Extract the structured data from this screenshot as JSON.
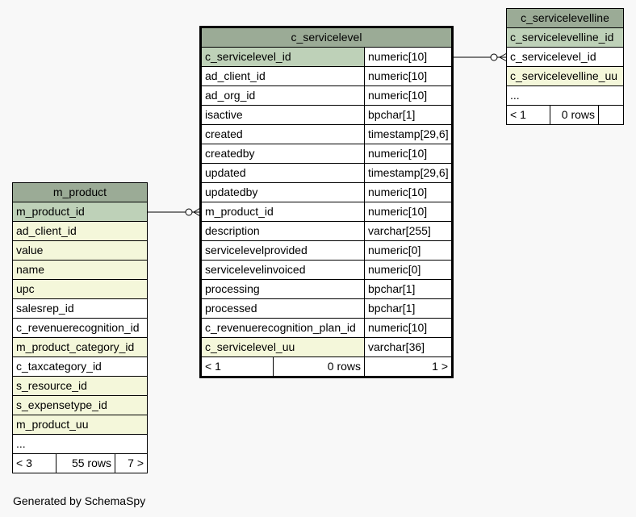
{
  "tables": {
    "m_product": {
      "title": "m_product",
      "rows": [
        {
          "name": "m_product_id",
          "kind": "pk"
        },
        {
          "name": "ad_client_id",
          "kind": "fk"
        },
        {
          "name": "value",
          "kind": "fk"
        },
        {
          "name": "name",
          "kind": "fk"
        },
        {
          "name": "upc",
          "kind": "fk"
        },
        {
          "name": "salesrep_id",
          "kind": "plain"
        },
        {
          "name": "c_revenuerecognition_id",
          "kind": "plain"
        },
        {
          "name": "m_product_category_id",
          "kind": "fk"
        },
        {
          "name": "c_taxcategory_id",
          "kind": "plain"
        },
        {
          "name": "s_resource_id",
          "kind": "fk"
        },
        {
          "name": "s_expensetype_id",
          "kind": "fk"
        },
        {
          "name": "m_product_uu",
          "kind": "fk"
        },
        {
          "name": "...",
          "kind": "plain"
        }
      ],
      "footer": {
        "parents": "< 3",
        "rows": "55 rows",
        "children": "7 >"
      }
    },
    "c_servicelevel": {
      "title": "c_servicelevel",
      "rows": [
        {
          "name": "c_servicelevel_id",
          "type": "numeric[10]",
          "kind": "pk"
        },
        {
          "name": "ad_client_id",
          "type": "numeric[10]",
          "kind": "plain"
        },
        {
          "name": "ad_org_id",
          "type": "numeric[10]",
          "kind": "plain"
        },
        {
          "name": "isactive",
          "type": "bpchar[1]",
          "kind": "plain"
        },
        {
          "name": "created",
          "type": "timestamp[29,6]",
          "kind": "plain"
        },
        {
          "name": "createdby",
          "type": "numeric[10]",
          "kind": "plain"
        },
        {
          "name": "updated",
          "type": "timestamp[29,6]",
          "kind": "plain"
        },
        {
          "name": "updatedby",
          "type": "numeric[10]",
          "kind": "plain"
        },
        {
          "name": "m_product_id",
          "type": "numeric[10]",
          "kind": "plain"
        },
        {
          "name": "description",
          "type": "varchar[255]",
          "kind": "plain"
        },
        {
          "name": "servicelevelprovided",
          "type": "numeric[0]",
          "kind": "plain"
        },
        {
          "name": "servicelevelinvoiced",
          "type": "numeric[0]",
          "kind": "plain"
        },
        {
          "name": "processing",
          "type": "bpchar[1]",
          "kind": "plain"
        },
        {
          "name": "processed",
          "type": "bpchar[1]",
          "kind": "plain"
        },
        {
          "name": "c_revenuerecognition_plan_id",
          "type": "numeric[10]",
          "kind": "plain"
        },
        {
          "name": "c_servicelevel_uu",
          "type": "varchar[36]",
          "kind": "fk"
        }
      ],
      "footer": {
        "parents": "< 1",
        "rows": "0 rows",
        "children": "1 >"
      }
    },
    "c_servicelevelline": {
      "title": "c_servicelevelline",
      "rows": [
        {
          "name": "c_servicelevelline_id",
          "kind": "pk"
        },
        {
          "name": "c_servicelevel_id",
          "kind": "plain"
        },
        {
          "name": "c_servicelevelline_uu",
          "kind": "fk"
        },
        {
          "name": "...",
          "kind": "plain"
        }
      ],
      "footer": {
        "parents": "< 1",
        "rows": "0 rows",
        "children": ""
      }
    }
  },
  "relationships": [
    {
      "from": "c_servicelevel.m_product_id",
      "to": "m_product.m_product_id"
    },
    {
      "from": "c_servicelevelline.c_servicelevel_id",
      "to": "c_servicelevel.c_servicelevel_id"
    }
  ],
  "colors": {
    "header": "#9bab96",
    "primary_key": "#bed1b8",
    "indexed": "#f4f7da",
    "background": "#f8f8f8"
  },
  "generated_by": "Generated by SchemaSpy"
}
